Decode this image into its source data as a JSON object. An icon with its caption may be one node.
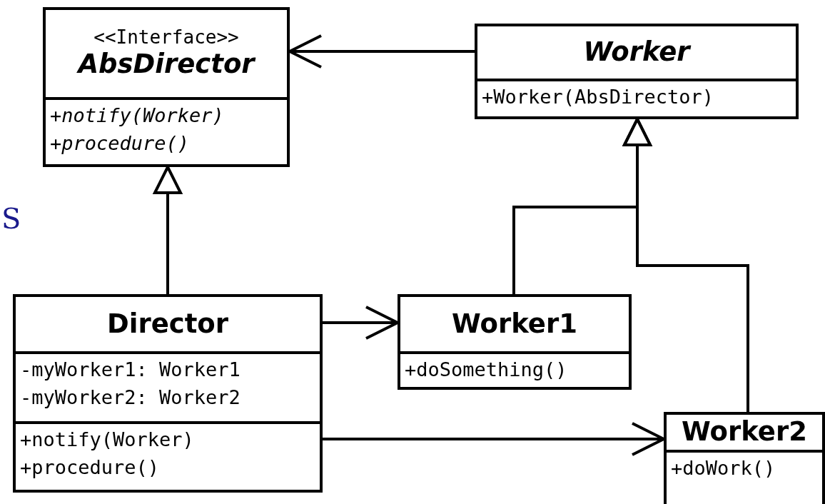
{
  "diagram": {
    "nodes": [
      {
        "text": [
          "<<Interface>>",
          "AbsDirector",
          "+notify(Worker)",
          "+procedure()"
        ]
      },
      {
        "text": [
          "Worker",
          "+Worker(AbsDirector)"
        ]
      },
      {
        "text": [
          "Director",
          "-myWorker1: Worker1",
          "-myWorker2: Worker2",
          "+notify(Worker)",
          "+procedure()"
        ]
      },
      {
        "text": [
          "Worker1",
          "+doSomething()"
        ]
      },
      {
        "text": [
          "Worker2",
          "+doWork()"
        ]
      }
    ],
    "edges": [
      {
        "from": 1,
        "to": 0,
        "arrow": "to"
      },
      {
        "from": 2,
        "to": 0,
        "arrow": "to"
      },
      {
        "from": 3,
        "to": 1,
        "arrow": "to"
      },
      {
        "from": 4,
        "to": 1,
        "arrow": "to"
      },
      {
        "from": 2,
        "to": 3,
        "arrow": "to"
      },
      {
        "from": 2,
        "to": 4,
        "arrow": "to"
      }
    ],
    "labels": [
      "S"
    ]
  }
}
